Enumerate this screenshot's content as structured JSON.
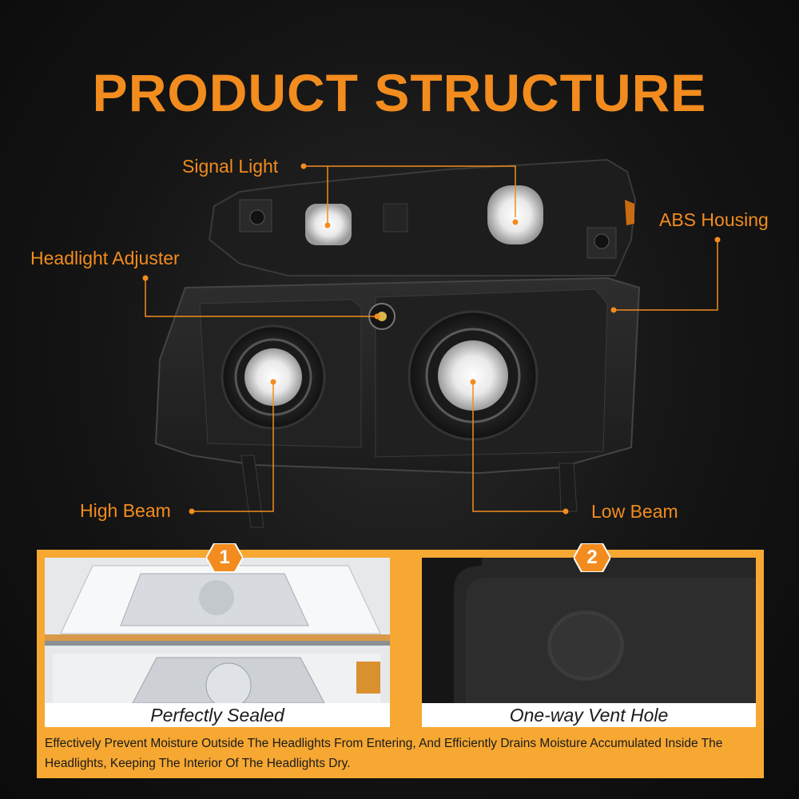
{
  "title": "PRODUCT STRUCTURE",
  "labels": {
    "signal_light": "Signal Light",
    "abs_housing": "ABS Housing",
    "headlight_adjuster": "Headlight Adjuster",
    "high_beam": "High Beam",
    "low_beam": "Low Beam"
  },
  "features": [
    {
      "number": "1",
      "caption": "Perfectly Sealed"
    },
    {
      "number": "2",
      "caption": "One-way Vent Hole"
    }
  ],
  "description": "Effectively Prevent Moisture Outside The Headlights From Entering, And Efficiently Drains Moisture Accumulated Inside The Headlights, Keeping The Interior Of The Headlights Dry.",
  "colors": {
    "accent": "#f28c1e",
    "panel": "#f6a832",
    "background": "#141414"
  }
}
